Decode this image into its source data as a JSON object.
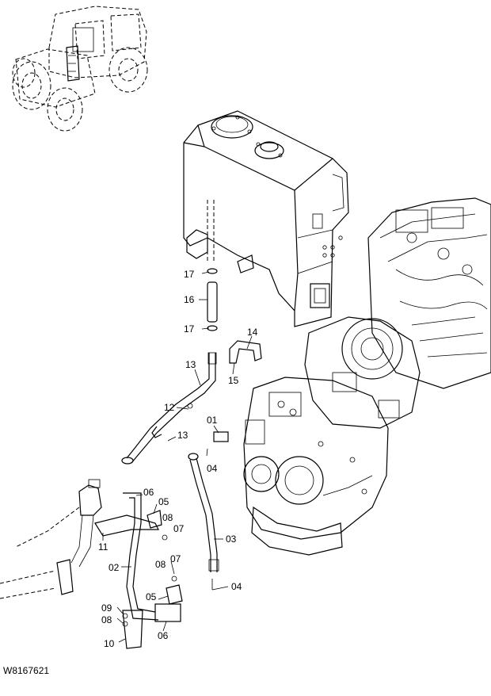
{
  "drawing_ref": "W8167621",
  "callouts": [
    {
      "id": "c17a",
      "label": "17"
    },
    {
      "id": "c16",
      "label": "16"
    },
    {
      "id": "c17b",
      "label": "17"
    },
    {
      "id": "c14",
      "label": "14"
    },
    {
      "id": "c13a",
      "label": "13"
    },
    {
      "id": "c15",
      "label": "15"
    },
    {
      "id": "c12",
      "label": "12"
    },
    {
      "id": "c13b",
      "label": "13"
    },
    {
      "id": "c01",
      "label": "01"
    },
    {
      "id": "c04a",
      "label": "04"
    },
    {
      "id": "c06a",
      "label": "06"
    },
    {
      "id": "c05a",
      "label": "05"
    },
    {
      "id": "c08a",
      "label": "08"
    },
    {
      "id": "c07a",
      "label": "07"
    },
    {
      "id": "c11",
      "label": "11"
    },
    {
      "id": "c03",
      "label": "03"
    },
    {
      "id": "c02",
      "label": "02"
    },
    {
      "id": "c08b",
      "label": "08"
    },
    {
      "id": "c07b",
      "label": "07"
    },
    {
      "id": "c05b",
      "label": "05"
    },
    {
      "id": "c04b",
      "label": "04"
    },
    {
      "id": "c09",
      "label": "09"
    },
    {
      "id": "c08c",
      "label": "08"
    },
    {
      "id": "c06b",
      "label": "06"
    },
    {
      "id": "c10",
      "label": "10"
    }
  ]
}
